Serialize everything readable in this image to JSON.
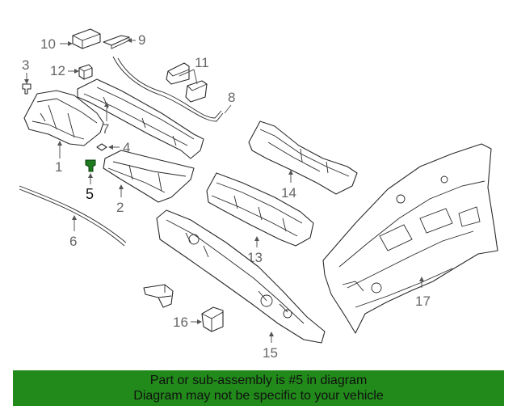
{
  "callouts": {
    "n1": "1",
    "n2": "2",
    "n3": "3",
    "n4": "4",
    "n5": "5",
    "n6": "6",
    "n7": "7",
    "n8": "8",
    "n9": "9",
    "n10": "10",
    "n11": "11",
    "n12": "12",
    "n13": "13",
    "n14": "14",
    "n15": "15",
    "n16": "16",
    "n17": "17"
  },
  "highlight": {
    "part_number": "5",
    "color": "#1e7a1e"
  },
  "banner": {
    "line1": "Part or sub-assembly is #5 in diagram",
    "line2": "Diagram may not be specific to your vehicle",
    "background": "#218a1a"
  }
}
